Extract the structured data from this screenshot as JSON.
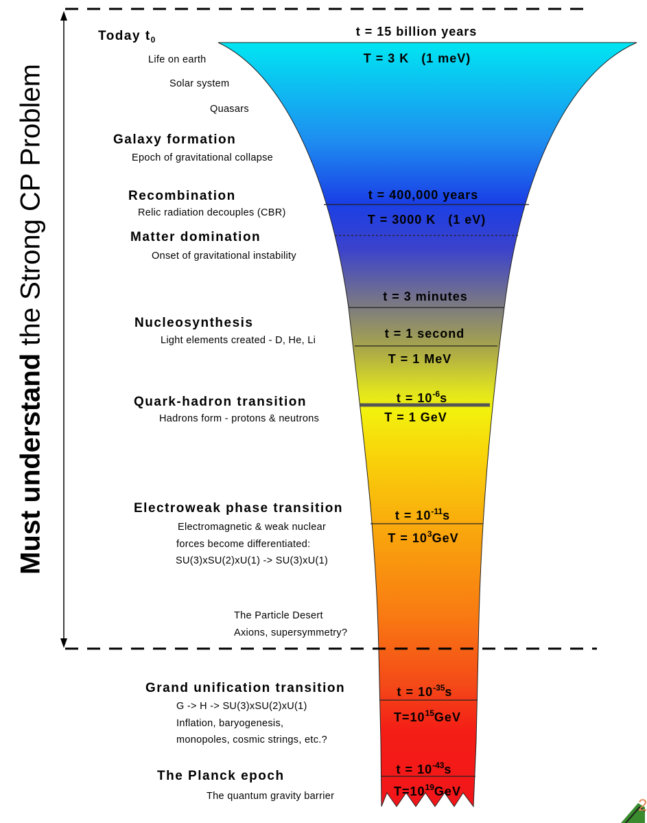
{
  "vertical_title": {
    "bold": "Must understand",
    "rest": " the Strong CP Problem"
  },
  "epochs": [
    {
      "title": "Today t",
      "subscript": "0",
      "lines": [
        "Life on earth",
        "Solar system",
        "Quasars"
      ]
    },
    {
      "title": "Galaxy formation",
      "lines": [
        "Epoch of gravitational collapse"
      ]
    },
    {
      "title": "Recombination",
      "lines": [
        "Relic radiation decouples (CBR)"
      ]
    },
    {
      "title": "Matter domination",
      "lines": [
        "Onset of gravitational instability"
      ]
    },
    {
      "title": "Nucleosynthesis",
      "lines": [
        "Light elements created - D, He, Li"
      ]
    },
    {
      "title": "Quark-hadron transition",
      "lines": [
        "Hadrons form - protons & neutrons"
      ]
    },
    {
      "title": "Electroweak phase transition",
      "lines": [
        "Electromagnetic & weak nuclear",
        "forces become differentiated:",
        "SU(3)xSU(2)xU(1) -> SU(3)xU(1)"
      ]
    },
    {
      "title": "",
      "lines": [
        "The Particle Desert",
        "Axions, supersymmetry?"
      ]
    },
    {
      "title": "Grand unification transition",
      "lines": [
        "G -> H -> SU(3)xSU(2)xU(1)",
        "Inflation, baryogenesis,",
        "monopoles, cosmic strings, etc.?"
      ]
    },
    {
      "title": "The Planck epoch",
      "lines": [
        "The quantum gravity barrier"
      ]
    }
  ],
  "funnel_labels": [
    {
      "pre": "t = 15 billion years",
      "sup": "",
      "post": ""
    },
    {
      "pre": "T = 3 K   (1 meV)",
      "sup": "",
      "post": ""
    },
    {
      "pre": "t = 400,000 years",
      "sup": "",
      "post": ""
    },
    {
      "pre": "T = 3000 K   (1 eV)",
      "sup": "",
      "post": ""
    },
    {
      "pre": "t = 3 minutes",
      "sup": "",
      "post": ""
    },
    {
      "pre": "t = 1 second",
      "sup": "",
      "post": ""
    },
    {
      "pre": "T = 1 MeV",
      "sup": "",
      "post": ""
    },
    {
      "pre": "t = 10",
      "sup": "-6",
      "post": "s"
    },
    {
      "pre": "T = 1 GeV",
      "sup": "",
      "post": ""
    },
    {
      "pre": "t = 10",
      "sup": "-11",
      "post": "s"
    },
    {
      "pre": "T = 10",
      "sup": "3",
      "post": "GeV"
    },
    {
      "pre": "t = 10",
      "sup": "-35",
      "post": "s"
    },
    {
      "pre": "T=10",
      "sup": "15",
      "post": "GeV"
    },
    {
      "pre": "t = 10",
      "sup": "-43",
      "post": "s"
    },
    {
      "pre": "T=10",
      "sup": "19",
      "post": "GeV"
    }
  ],
  "page_number": "2",
  "colors": {
    "funnel_top": "#00e6f2",
    "funnel_blue": "#1a3fe6",
    "funnel_gray": "#706f90",
    "funnel_olive": "#a8a64a",
    "funnel_yellow": "#f2f20d",
    "funnel_orange": "#f9850f",
    "funnel_red": "#f41e16",
    "funnel_bottom": "#f2151a",
    "page_number": "#e08a56"
  }
}
